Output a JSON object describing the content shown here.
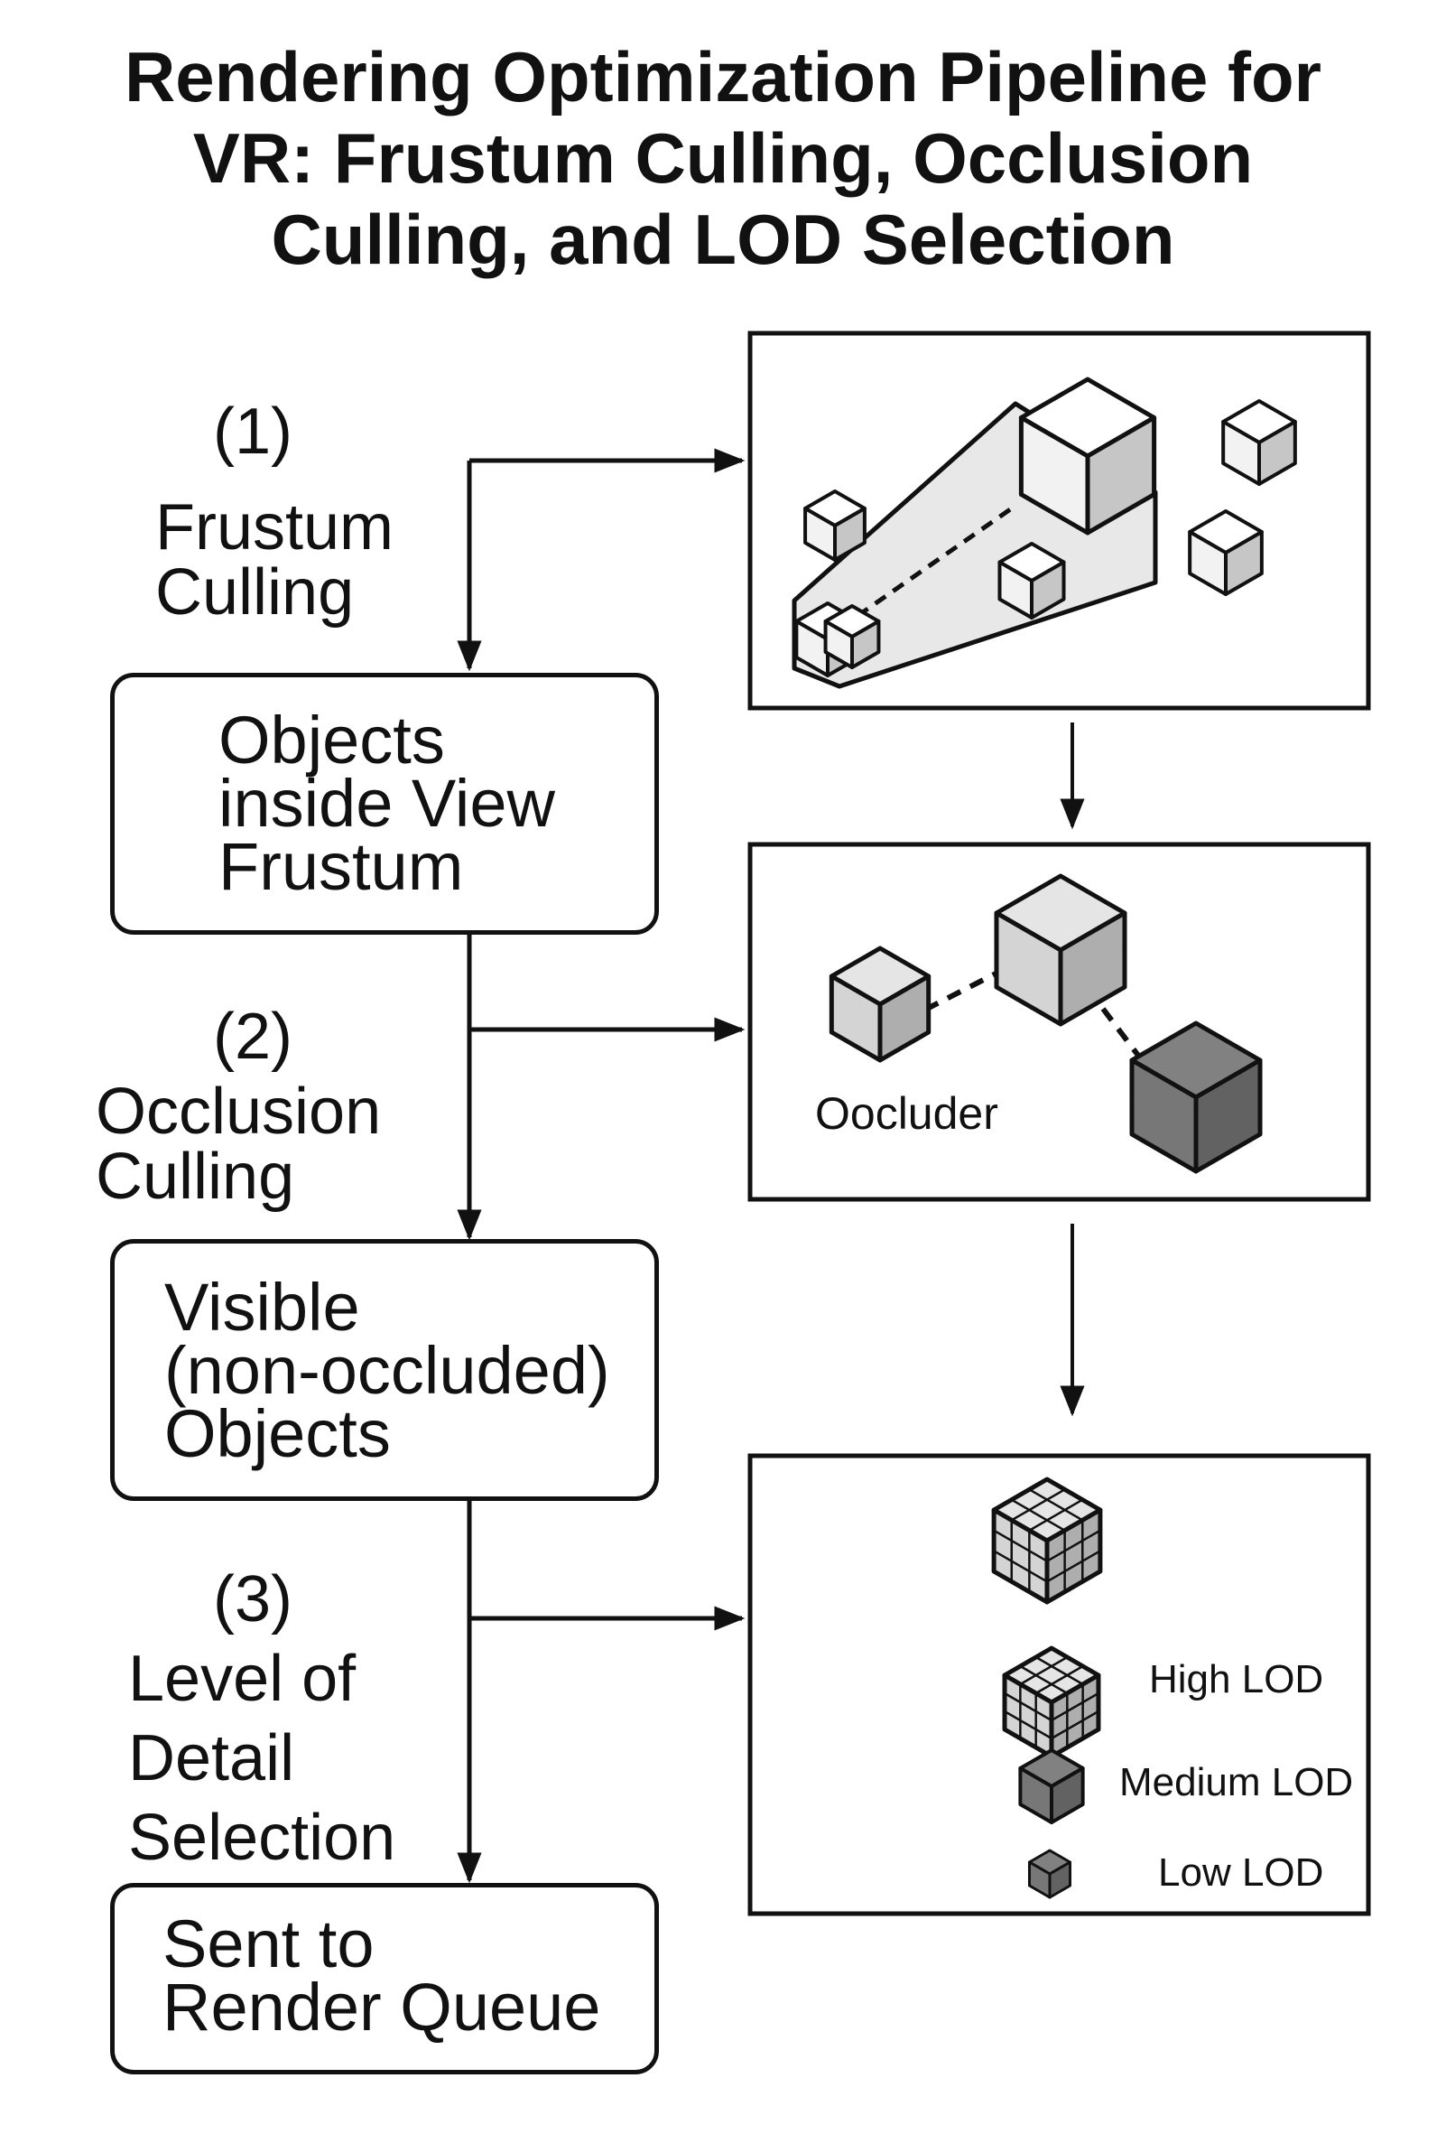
{
  "title": {
    "line1": "Rendering Optimization Pipeline for",
    "line2": "VR: Frustum Culling, Occlusion",
    "line3": "Culling, and LOD Selection"
  },
  "steps": [
    {
      "number": "(1)",
      "label_lines": [
        "Frustum",
        "Culling"
      ]
    },
    {
      "number": "(2)",
      "label_lines": [
        "Occlusion",
        "Culling"
      ]
    },
    {
      "number": "(3)",
      "label_lines": [
        "Level of",
        "Detail",
        "Selection"
      ]
    }
  ],
  "nodes": [
    {
      "lines": [
        "Objects",
        "inside View",
        "Frustum"
      ]
    },
    {
      "lines": [
        "Visible",
        "(non-occluded)",
        "Objects"
      ]
    },
    {
      "lines": [
        "Sent to",
        "Render Queue"
      ]
    }
  ],
  "panels": {
    "occlusion": {
      "occluder_label": "Oocluder"
    },
    "lod": {
      "high_label": "High LOD",
      "medium_label": "Medium LOD",
      "low_label": "Low LOD"
    }
  },
  "colors": {
    "line": "#111111",
    "cube_light": "#f2f2f2",
    "cube_mid": "#d4d4d4",
    "cube_dark": "#777777",
    "frustum_fill": "#e8e8e8"
  }
}
